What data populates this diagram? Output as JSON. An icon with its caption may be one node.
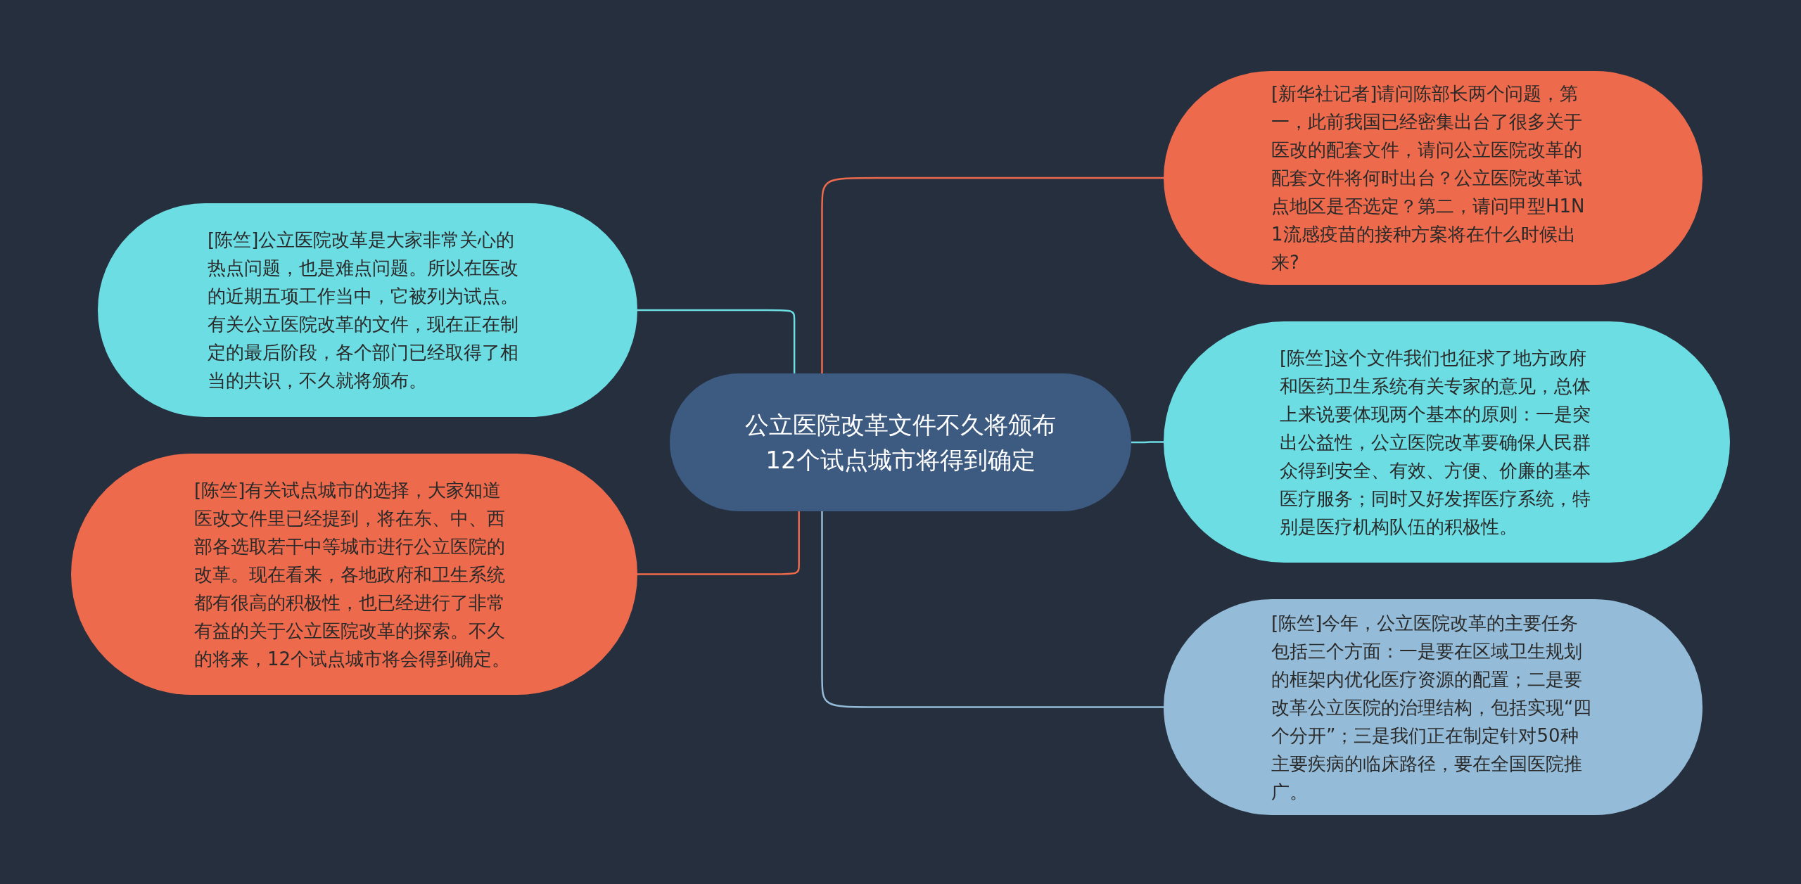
{
  "diagram": {
    "nodes": [
      {
        "text": [
          "公立医院改革文件不久将颁布12个试点城市将得到确定"
        ]
      },
      {
        "text": [
          "[陈竺]公立医院改革是大家非常关心的热点问题，也是难点问题。所以在医改的近期五项工作当中，它被列为试点。有关公立医院改革的文件，现在正在制定的最后阶段，各个部门已经取得了相当的共识，不久就将颁布。"
        ]
      },
      {
        "text": [
          "[陈竺]有关试点城市的选择，大家知道医改文件里已经提到，将在东、中、西部各选取若干中等城市进行公立医院的改革。现在看来，各地政府和卫生系统都有很高的积极性，也已经进行了非常有益的关于公立医院改革的探索。不久的将来，12个试点城市将会得到确定。"
        ]
      },
      {
        "text": [
          "[新华社记者]请问陈部长两个问题，第一，此前我国已经密集出台了很多关于医改的配套文件，请问公立医院改革的配套文件将何时出台？公立医院改革试点地区是否选定？第二，请问甲型H1N1流感疫苗的接种方案将在什么时候出来?"
        ]
      },
      {
        "text": [
          "[陈竺]这个文件我们也征求了地方政府和医药卫生系统有关专家的意见，总体上来说要体现两个基本的原则：一是突出公益性，公立医院改革要确保人民群众得到安全、有效、方便、价廉的基本医疗服务；同时又好发挥医疗系统，特别是医疗机构队伍的积极性。"
        ]
      },
      {
        "text": [
          "[陈竺]今年，公立医院改革的主要任务包括三个方面：一是要在区域卫生规划的框架内优化医疗资源的配置；二是要改革公立医院的治理结构，包括实现“四个分开”；三是我们正在制定针对50种主要疾病的临床路径，要在全国医院推广。"
        ]
      }
    ],
    "edges": [
      {
        "from": 0,
        "to": 3,
        "arrow": "none",
        "color": "#ee6a4c"
      },
      {
        "from": 0,
        "to": 1,
        "arrow": "none",
        "color": "#6cdde3"
      },
      {
        "from": 0,
        "to": 2,
        "arrow": "none",
        "color": "#ee6a4c"
      },
      {
        "from": 0,
        "to": 4,
        "arrow": "none",
        "color": "#6cdde3"
      },
      {
        "from": 0,
        "to": 5,
        "arrow": "none",
        "color": "#94bcd8"
      }
    ]
  }
}
